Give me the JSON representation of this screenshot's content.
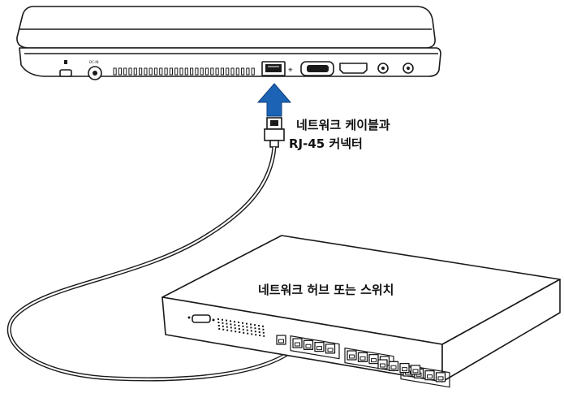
{
  "labels": {
    "cable_line1": "네트워크 케이블과",
    "cable_line2": "RJ-45 커넥터",
    "hub": "네트워크 허브 또는 스위치"
  },
  "laptop_port_labels": {
    "dc_in": "DC-IN"
  },
  "colors": {
    "arrow": "#1c63b6",
    "outline": "#1a1a1a",
    "background": "#ffffff"
  },
  "icons": [
    "kensington-lock-icon",
    "dc-in-icon",
    "lan-port-icon",
    "vga-port-icon",
    "hdmi-port-icon",
    "usb-icon",
    "audio-jack-icon"
  ]
}
